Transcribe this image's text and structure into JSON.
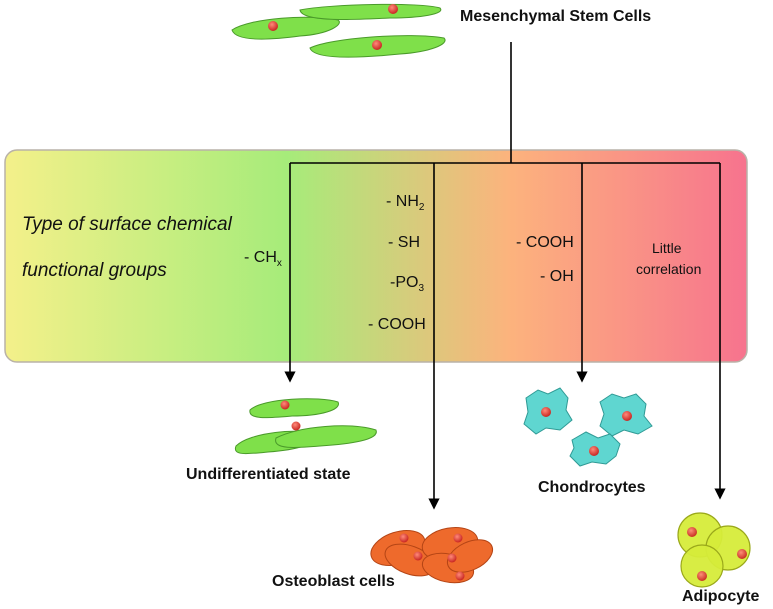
{
  "source": {
    "label": "Mesenchymal Stem Cells"
  },
  "panel": {
    "title_line1": "Type of surface chemical",
    "title_line2": "functional groups",
    "gradient": [
      "#f4f08a",
      "#a6ec7a",
      "#fcb37d",
      "#f7738e"
    ]
  },
  "groups": {
    "undifferentiated": {
      "g1_main": "- CH",
      "g1_sub": "x"
    },
    "osteoblast": {
      "g1_main": "- NH",
      "g1_sub": "2",
      "g2": "- SH",
      "g3_main": "-PO",
      "g3_sub": "3",
      "g4": "- COOH"
    },
    "chondrocyte": {
      "g1": "- COOH",
      "g2": "- OH"
    },
    "adipocyte": {
      "line1": "Little",
      "line2": "correlation"
    }
  },
  "outcomes": {
    "undifferentiated": "Undifferentiated state",
    "osteoblast": "Osteoblast cells",
    "chondrocyte": "Chondrocytes",
    "adipocyte": "Adipocyte"
  },
  "colors": {
    "stem_cell": "#7fe04a",
    "nucleus": "#e0322c",
    "chondrocyte": "#5fd6d0",
    "osteoblast": "#ee6a2c",
    "adipocyte": "#d6ec3a"
  },
  "icons": [
    "arrow-down-icon"
  ]
}
